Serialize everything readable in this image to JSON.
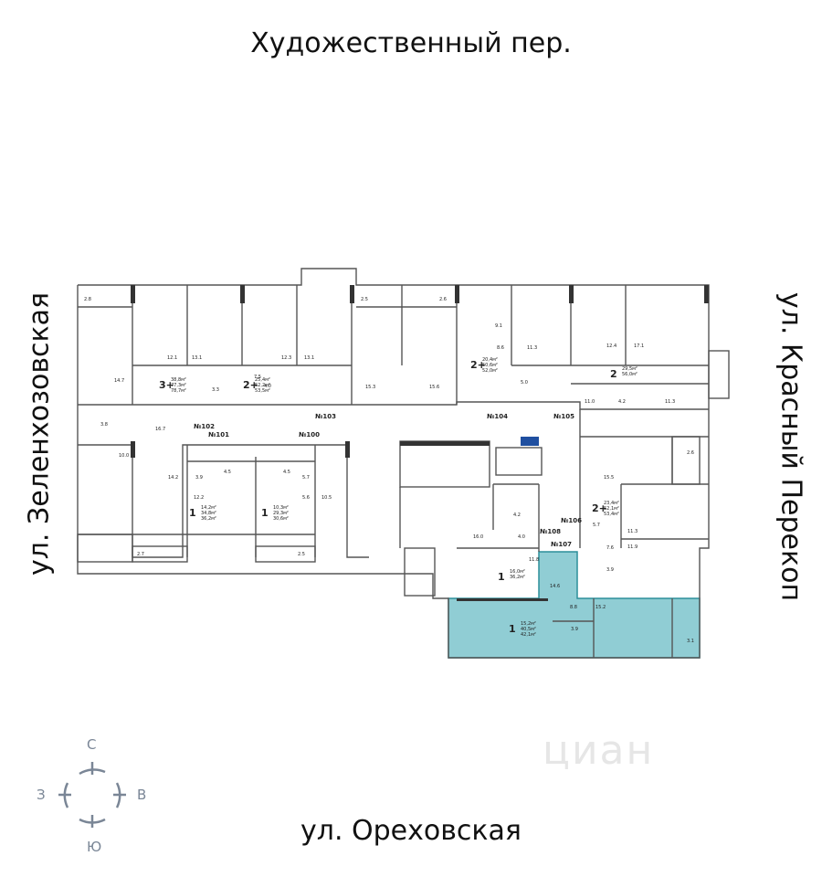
{
  "streets": {
    "top": "Художественный пер.",
    "bottom": "ул. Ореховская",
    "left": "ул. Зеленхозовская",
    "right": "ул. Красный Перекоп"
  },
  "compass": {
    "north": "С",
    "south": "Ю",
    "west": "З",
    "east": "В"
  },
  "watermark": "циан",
  "colors": {
    "highlight": "#7cc4cc",
    "wall": "#444444"
  },
  "sections": [
    "№100",
    "№101",
    "№102",
    "№103",
    "№104",
    "№105",
    "№106",
    "№107",
    "№108"
  ],
  "apartments": [
    {
      "rooms": "3+",
      "living": "38,8м²",
      "total_a": "77,3м²",
      "total_b": "78,7м²"
    },
    {
      "rooms": "2+",
      "living": "25,4м²",
      "total_a": "52,2м²",
      "total_b": "53,5м²"
    },
    {
      "rooms": "2+",
      "living": "20,4м²",
      "total_a": "50,6м²",
      "total_b": "52,0м²"
    },
    {
      "rooms": "2",
      "living": "29,5м²",
      "total_a": "56,0м²",
      "total_b": ""
    },
    {
      "rooms": "1",
      "living": "14,2м²",
      "total_a": "34,8м²",
      "total_b": "36,2м²"
    },
    {
      "rooms": "1",
      "living": "10,3м²",
      "total_a": "29,3м²",
      "total_b": "30,6м²"
    },
    {
      "rooms": "2+",
      "living": "23,4м²",
      "total_a": "52,1м²",
      "total_b": "53,4м²"
    },
    {
      "rooms": "1",
      "living": "16,0м²",
      "total_a": "36,2м²",
      "total_b": ""
    },
    {
      "rooms": "1",
      "living": "15,2м²",
      "total_a": "40,5м²",
      "total_b": "42,1м²"
    }
  ],
  "room_areas": [
    "2.8",
    "12.1",
    "13.1",
    "12.3",
    "13.1",
    "2.5",
    "2.6",
    "14.7",
    "16.7",
    "3.3",
    "4.0",
    "7.5",
    "15.3",
    "15.6",
    "3.8",
    "10.0",
    "9.1",
    "8.6",
    "11.3",
    "5.0",
    "12.4",
    "17.1",
    "11.0",
    "4.2",
    "11.3",
    "2.6",
    "14.2",
    "3.9",
    "4.5",
    "4.5",
    "5.7",
    "5.6",
    "10.5",
    "12.2",
    "2.7",
    "2.5",
    "16.0",
    "4.2",
    "4.0",
    "15.5",
    "11.3",
    "11.9",
    "7.6",
    "3.9",
    "5.7",
    "11.8",
    "14.6",
    "8.8",
    "15.2",
    "3.9",
    "3.1"
  ]
}
